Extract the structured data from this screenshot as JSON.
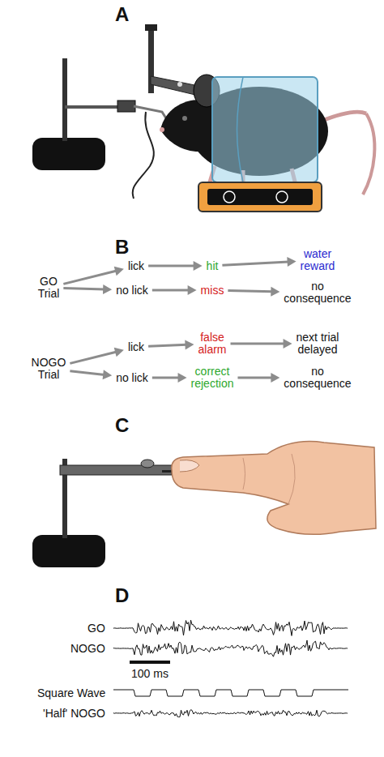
{
  "diagram": {
    "nodes": [
      {
        "text": [
          "GO Trial"
        ]
      },
      {
        "text": [
          "lick"
        ]
      },
      {
        "text": [
          "hit"
        ]
      },
      {
        "text": [
          "water reward"
        ]
      },
      {
        "text": [
          "no lick"
        ]
      },
      {
        "text": [
          "miss"
        ]
      },
      {
        "text": [
          "no consequence"
        ]
      },
      {
        "text": [
          "NOGO Trial"
        ]
      },
      {
        "text": [
          "lick"
        ]
      },
      {
        "text": [
          "false alarm"
        ]
      },
      {
        "text": [
          "next trial delayed"
        ]
      },
      {
        "text": [
          "no lick"
        ]
      },
      {
        "text": [
          "correct rejection"
        ]
      },
      {
        "text": [
          "no consequence"
        ]
      }
    ],
    "edges": [
      {
        "from": 0,
        "to": 1,
        "arrow": "to"
      },
      {
        "from": 0,
        "to": 4,
        "arrow": "to"
      },
      {
        "from": 1,
        "to": 2,
        "arrow": "to"
      },
      {
        "from": 2,
        "to": 3,
        "arrow": "to"
      },
      {
        "from": 4,
        "to": 5,
        "arrow": "to"
      },
      {
        "from": 5,
        "to": 6,
        "arrow": "to"
      },
      {
        "from": 7,
        "to": 8,
        "arrow": "to"
      },
      {
        "from": 7,
        "to": 11,
        "arrow": "to"
      },
      {
        "from": 8,
        "to": 9,
        "arrow": "to"
      },
      {
        "from": 9,
        "to": 10,
        "arrow": "to"
      },
      {
        "from": 11,
        "to": 12,
        "arrow": "to"
      },
      {
        "from": 12,
        "to": 13,
        "arrow": "to"
      }
    ],
    "labels": [
      "A",
      "B",
      "C",
      "D",
      "GO",
      "NOGO",
      "100 ms",
      "Square Wave",
      "'Half' NOGO"
    ]
  }
}
